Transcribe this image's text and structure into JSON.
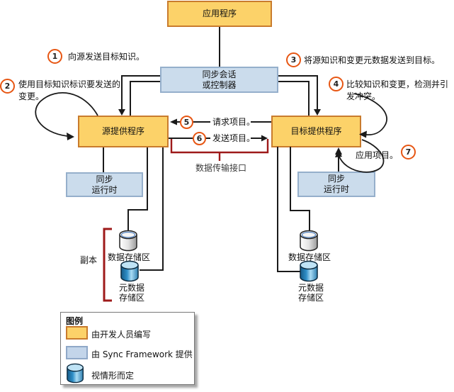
{
  "diagram": {
    "boxes": {
      "application": "应用程序",
      "session": [
        "同步会话",
        "或控制器"
      ],
      "source_provider": "源提供程序",
      "target_provider": "目标提供程序",
      "runtime": [
        "同步",
        "运行时"
      ]
    },
    "stores": {
      "data_store": "数据存储区",
      "metadata_store": [
        "元数据",
        "存储区"
      ],
      "replica": "副本",
      "transfer_interface": "数据传输接口"
    },
    "steps": [
      {
        "num": "1",
        "text": "向源发送目标知识。"
      },
      {
        "num": "2",
        "text": "使用目标知识标识要发送的变更。"
      },
      {
        "num": "3",
        "text": "将源知识和变更元数据发送到目标。"
      },
      {
        "num": "4",
        "text": "比较知识和变更，检测并引发冲突。"
      },
      {
        "num": "5",
        "text": "请求项目。"
      },
      {
        "num": "6",
        "text": "发送项目。"
      },
      {
        "num": "7",
        "text": "应用项目。"
      }
    ],
    "legend": {
      "title": "图例",
      "items": [
        {
          "label": "由开发人员编写"
        },
        {
          "label": "由 Sync Framework 提供"
        },
        {
          "label": "视情形而定"
        }
      ]
    },
    "colors": {
      "developer_box_fill": "#FCD269",
      "developer_box_border": "#C97B2D",
      "framework_box_fill": "#CBDCEC",
      "framework_box_border": "#95AFCB",
      "step_circle_border": "#E75613",
      "connector": "#1a1a1a",
      "bracket_red": "#9E1A1A",
      "cylinder_blue": "#2E8EC7"
    }
  }
}
